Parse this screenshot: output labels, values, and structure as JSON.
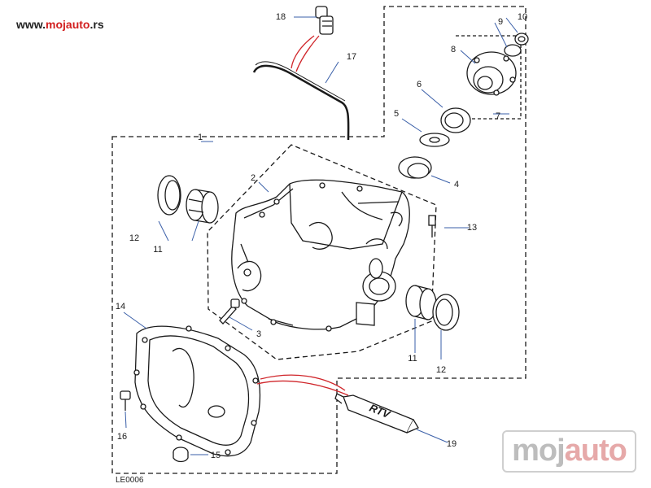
{
  "site": {
    "url_prefix": "www.",
    "url_brand": "mojauto",
    "url_suffix": ".rs"
  },
  "watermark": {
    "part1": "moj",
    "part2": "auto"
  },
  "diagram": {
    "code": "LE0006",
    "tube_text": "RTV",
    "callouts": [
      "1",
      "2",
      "3",
      "4",
      "5",
      "6",
      "7",
      "8",
      "9",
      "10",
      "11",
      "11",
      "12",
      "12",
      "13",
      "14",
      "15",
      "16",
      "17",
      "18",
      "19"
    ]
  },
  "colors": {
    "outline": "#1a1a1a",
    "callout_text": "#1c1c1c",
    "leader": "#3a5fa8",
    "sealant_leader": "#d0262b",
    "brand": "#d21f1f"
  }
}
